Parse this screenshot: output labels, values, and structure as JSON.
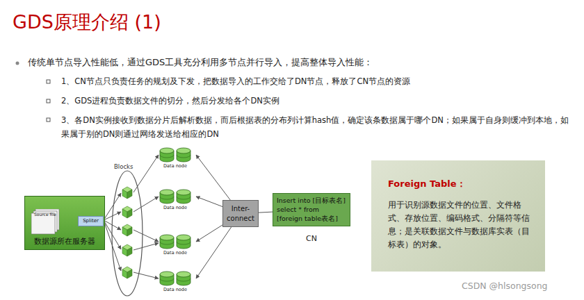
{
  "diagram": {
    "title": "GDS原理介绍 (1)",
    "nodes": [
      {
        "text": [
          "数据源所在服务器"
        ]
      },
      {
        "text": [
          "Source file"
        ],
        "in": 0
      },
      {
        "text": [
          "Spliter"
        ],
        "in": 0
      },
      {
        "text": [
          "Data node"
        ]
      },
      {
        "text": [
          "Data node"
        ]
      },
      {
        "text": [
          "Data node"
        ]
      },
      {
        "text": [
          "Data node"
        ]
      },
      {
        "text": [
          "Inter-connect"
        ]
      },
      {
        "text": [
          "Insert into [目标表名] select * from [foreign table表名]",
          "CN"
        ]
      },
      {
        "text": [
          "Foreign Table：",
          "用于识别源数据文件的位置、文件格式、存放位置、编码格式、分隔符等信息；是关联数据文件与数据库实表（目标表）的对象。"
        ]
      }
    ],
    "edges": [
      {
        "from": 1,
        "to": 2,
        "arrow": "none"
      },
      {
        "from": 7,
        "to": 3,
        "arrow": "to"
      },
      {
        "from": 7,
        "to": 4,
        "arrow": "to"
      },
      {
        "from": 7,
        "to": 5,
        "arrow": "to"
      },
      {
        "from": 7,
        "to": 6,
        "arrow": "to"
      },
      {
        "from": 8,
        "to": 7,
        "arrow": "none"
      }
    ],
    "labels": [
      "传统单节点导入性能低，通过GDS工具充分利用多节点并行导入，提高整体导入性能：",
      "1、CN节点只负责任务的规划及下发，把数据导入的工作交给了DN节点，释放了CN节点的资源",
      "2、GDS进程负责数据文件的切分，然后分发给各个DN实例",
      "3、各DN实例接收到数据分片后解析数据，而后根据表的分布列计算hash值，确定该条数据属于哪个DN；如果属于自身则缓冲到本地，如果属于别的DN则通过网络发送给相应的DN",
      "Blocks",
      "CSDN @hlsongsong"
    ]
  }
}
